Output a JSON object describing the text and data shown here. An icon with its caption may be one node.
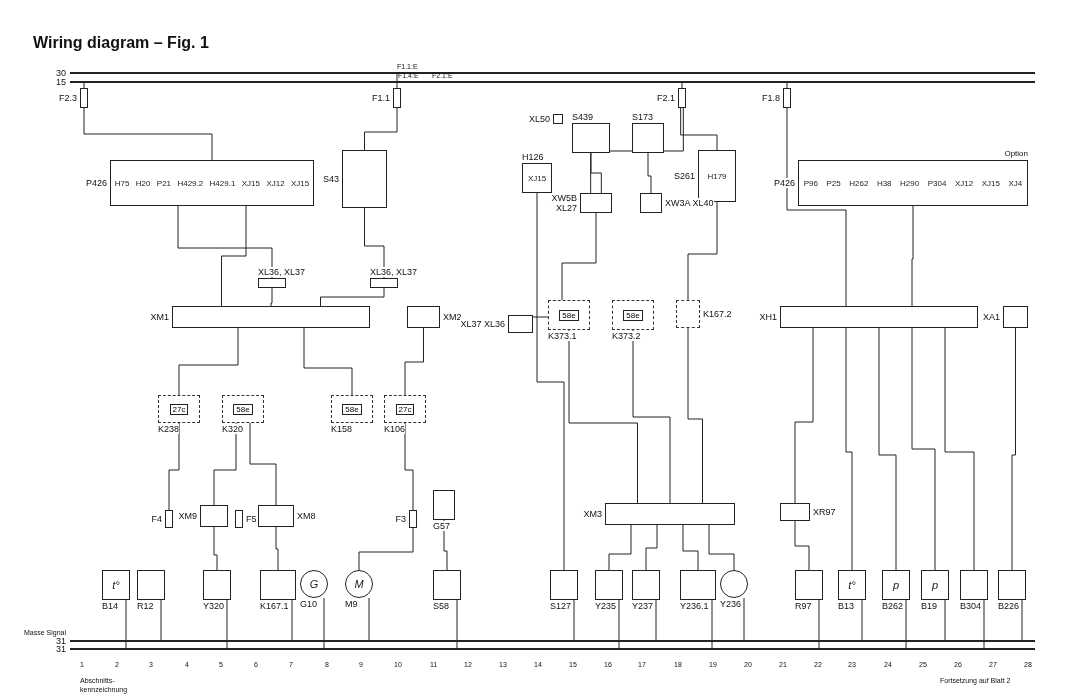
{
  "diagram": {
    "title": "Wiring diagram – Fig. 1",
    "nodes": [
      {
        "text": [
          "F2.3"
        ]
      },
      {
        "text": [
          "F1.1"
        ]
      },
      {
        "text": [
          "F2.1"
        ]
      },
      {
        "text": [
          "F1.8"
        ]
      },
      {
        "text": [
          "P426",
          "H75",
          "H20",
          "P21",
          "H429.2",
          "H429.1",
          "XJ15",
          "XJ12",
          "XJ15"
        ]
      },
      {
        "text": [
          "S43"
        ]
      },
      {
        "text": [
          "H126",
          "XJ15"
        ]
      },
      {
        "text": [
          "S439"
        ]
      },
      {
        "text": [
          "S173"
        ]
      },
      {
        "text": [
          "S261",
          "H179"
        ]
      },
      {
        "text": [
          "P426",
          "P96",
          "P25",
          "H262",
          "H38",
          "H290",
          "P304",
          "XJ12",
          "XJ15",
          "XJ4"
        ],
        "beside": [
          "Option"
        ]
      },
      {
        "text": [
          "XM1"
        ]
      },
      {
        "text": [
          "XM2"
        ]
      },
      {
        "text": [
          "XL37 XL36"
        ]
      },
      {
        "text": [
          "58e",
          "K373.1"
        ]
      },
      {
        "text": [
          "58e",
          "K373.2"
        ]
      },
      {
        "text": [
          "K167.2"
        ]
      },
      {
        "text": [
          "XH1"
        ]
      },
      {
        "text": [
          "XA1"
        ]
      },
      {
        "text": [
          "27c",
          "K238"
        ]
      },
      {
        "text": [
          "58e",
          "K320"
        ]
      },
      {
        "text": [
          "58e",
          "K158"
        ]
      },
      {
        "text": [
          "27c",
          "K106"
        ]
      },
      {
        "text": [
          "XM9"
        ]
      },
      {
        "text": [
          "XM8"
        ]
      },
      {
        "text": [
          "F4"
        ]
      },
      {
        "text": [
          "F5"
        ]
      },
      {
        "text": [
          "F3"
        ]
      },
      {
        "text": [
          "G57"
        ]
      },
      {
        "text": [
          "XM3"
        ]
      },
      {
        "text": [
          "XR97"
        ]
      },
      {
        "text": [
          "t°",
          "B14"
        ]
      },
      {
        "text": [
          "R12"
        ]
      },
      {
        "text": [
          "Y320"
        ]
      },
      {
        "text": [
          "K167.1"
        ]
      },
      {
        "text": [
          "G",
          "G10"
        ]
      },
      {
        "text": [
          "M",
          "M9"
        ]
      },
      {
        "text": [
          "S58"
        ]
      },
      {
        "text": [
          "S127"
        ]
      },
      {
        "text": [
          "Y235"
        ]
      },
      {
        "text": [
          "Y237"
        ]
      },
      {
        "text": [
          "Y236.1"
        ]
      },
      {
        "text": [
          "Y236"
        ]
      },
      {
        "text": [
          "R97"
        ]
      },
      {
        "text": [
          "t°",
          "B13"
        ]
      },
      {
        "text": [
          "p",
          "B262"
        ]
      },
      {
        "text": [
          "p",
          "B19"
        ]
      },
      {
        "text": [
          "B304"
        ]
      },
      {
        "text": [
          "B226"
        ]
      },
      {
        "text": [
          "XL50"
        ]
      },
      {
        "text": [
          "XW5B XL27"
        ]
      },
      {
        "text": [
          "XW3A XL40"
        ]
      },
      {
        "text": [
          "XL36, XL37"
        ]
      },
      {
        "text": [
          "XL36, XL37"
        ]
      },
      {
        "text": [
          "30"
        ]
      },
      {
        "text": [
          "15"
        ]
      },
      {
        "text": [
          "Masse Signal",
          "31"
        ]
      },
      {
        "text": [
          "31"
        ]
      }
    ],
    "edges": [
      {
        "from": 0,
        "to": 4,
        "arrow": "none"
      },
      {
        "from": 1,
        "to": 5,
        "arrow": "none"
      },
      {
        "from": 2,
        "to": 9,
        "arrow": "none"
      },
      {
        "from": 2,
        "to": 50,
        "arrow": "none"
      },
      {
        "from": 3,
        "to": 17,
        "arrow": "none"
      },
      {
        "from": 4,
        "to": 52,
        "arrow": "none"
      },
      {
        "from": 4,
        "to": 11,
        "arrow": "none"
      },
      {
        "from": 5,
        "to": 53,
        "arrow": "none"
      },
      {
        "from": 52,
        "to": 11,
        "arrow": "none"
      },
      {
        "from": 53,
        "to": 11,
        "arrow": "none"
      },
      {
        "from": 11,
        "to": 19,
        "arrow": "none"
      },
      {
        "from": 11,
        "to": 21,
        "arrow": "none"
      },
      {
        "from": 12,
        "to": 22,
        "arrow": "none"
      },
      {
        "from": 19,
        "to": 25,
        "arrow": "none"
      },
      {
        "from": 20,
        "to": 23,
        "arrow": "none"
      },
      {
        "from": 20,
        "to": 24,
        "arrow": "none"
      },
      {
        "from": 22,
        "to": 27,
        "arrow": "none"
      },
      {
        "from": 23,
        "to": 33,
        "arrow": "none"
      },
      {
        "from": 24,
        "to": 34,
        "arrow": "none"
      },
      {
        "from": 27,
        "to": 36,
        "arrow": "none"
      },
      {
        "from": 28,
        "to": 37,
        "arrow": "none"
      },
      {
        "from": 7,
        "to": 50,
        "arrow": "none"
      },
      {
        "from": 8,
        "to": 51,
        "arrow": "none"
      },
      {
        "from": 50,
        "to": 14,
        "arrow": "none"
      },
      {
        "from": 13,
        "to": 14,
        "arrow": "none"
      },
      {
        "from": 9,
        "to": 16,
        "arrow": "none"
      },
      {
        "from": 14,
        "to": 29,
        "arrow": "none"
      },
      {
        "from": 15,
        "to": 29,
        "arrow": "none"
      },
      {
        "from": 16,
        "to": 29,
        "arrow": "none"
      },
      {
        "from": 29,
        "to": 39,
        "arrow": "none"
      },
      {
        "from": 29,
        "to": 40,
        "arrow": "none"
      },
      {
        "from": 29,
        "to": 41,
        "arrow": "none"
      },
      {
        "from": 29,
        "to": 42,
        "arrow": "none"
      },
      {
        "from": 6,
        "to": 38,
        "arrow": "none"
      },
      {
        "from": 10,
        "to": 17,
        "arrow": "none"
      },
      {
        "from": 17,
        "to": 30,
        "arrow": "none"
      },
      {
        "from": 30,
        "to": 43,
        "arrow": "none"
      },
      {
        "from": 17,
        "to": 44,
        "arrow": "none"
      },
      {
        "from": 17,
        "to": 45,
        "arrow": "none"
      },
      {
        "from": 17,
        "to": 46,
        "arrow": "none"
      },
      {
        "from": 17,
        "to": 47,
        "arrow": "none"
      },
      {
        "from": 18,
        "to": 48,
        "arrow": "none"
      },
      {
        "from": 55,
        "to": 0,
        "arrow": "none"
      },
      {
        "from": 54,
        "to": 1,
        "arrow": "none"
      },
      {
        "from": 55,
        "to": 2,
        "arrow": "none"
      },
      {
        "from": 55,
        "to": 3,
        "arrow": "none"
      },
      {
        "from": 31,
        "to": 57,
        "arrow": "none"
      },
      {
        "from": 32,
        "to": 56,
        "arrow": "none"
      },
      {
        "from": 33,
        "to": 57,
        "arrow": "none"
      },
      {
        "from": 34,
        "to": 56,
        "arrow": "none"
      },
      {
        "from": 35,
        "to": 57,
        "arrow": "none"
      },
      {
        "from": 36,
        "to": 56,
        "arrow": "none"
      },
      {
        "from": 37,
        "to": 57,
        "arrow": "none"
      },
      {
        "from": 38,
        "to": 56,
        "arrow": "none"
      },
      {
        "from": 39,
        "to": 57,
        "arrow": "none"
      },
      {
        "from": 40,
        "to": 56,
        "arrow": "none"
      },
      {
        "from": 41,
        "to": 57,
        "arrow": "none"
      },
      {
        "from": 42,
        "to": 56,
        "arrow": "none"
      },
      {
        "from": 43,
        "to": 57,
        "arrow": "none"
      },
      {
        "from": 44,
        "to": 56,
        "arrow": "none"
      },
      {
        "from": 45,
        "to": 57,
        "arrow": "none"
      },
      {
        "from": 46,
        "to": 56,
        "arrow": "none"
      },
      {
        "from": 47,
        "to": 57,
        "arrow": "none"
      },
      {
        "from": 48,
        "to": 56,
        "arrow": "none"
      }
    ],
    "labels": [
      "F1.1:E",
      "F1.4:E",
      "F2.1:E",
      "1",
      "2",
      "3",
      "4",
      "5",
      "6",
      "7",
      "8",
      "9",
      "10",
      "11",
      "12",
      "13",
      "14",
      "15",
      "16",
      "17",
      "18",
      "19",
      "20",
      "21",
      "22",
      "23",
      "24",
      "25",
      "26",
      "27",
      "28",
      "Abschnitts- kennzeichnung",
      "Fortsetzung auf Blatt 2"
    ]
  }
}
